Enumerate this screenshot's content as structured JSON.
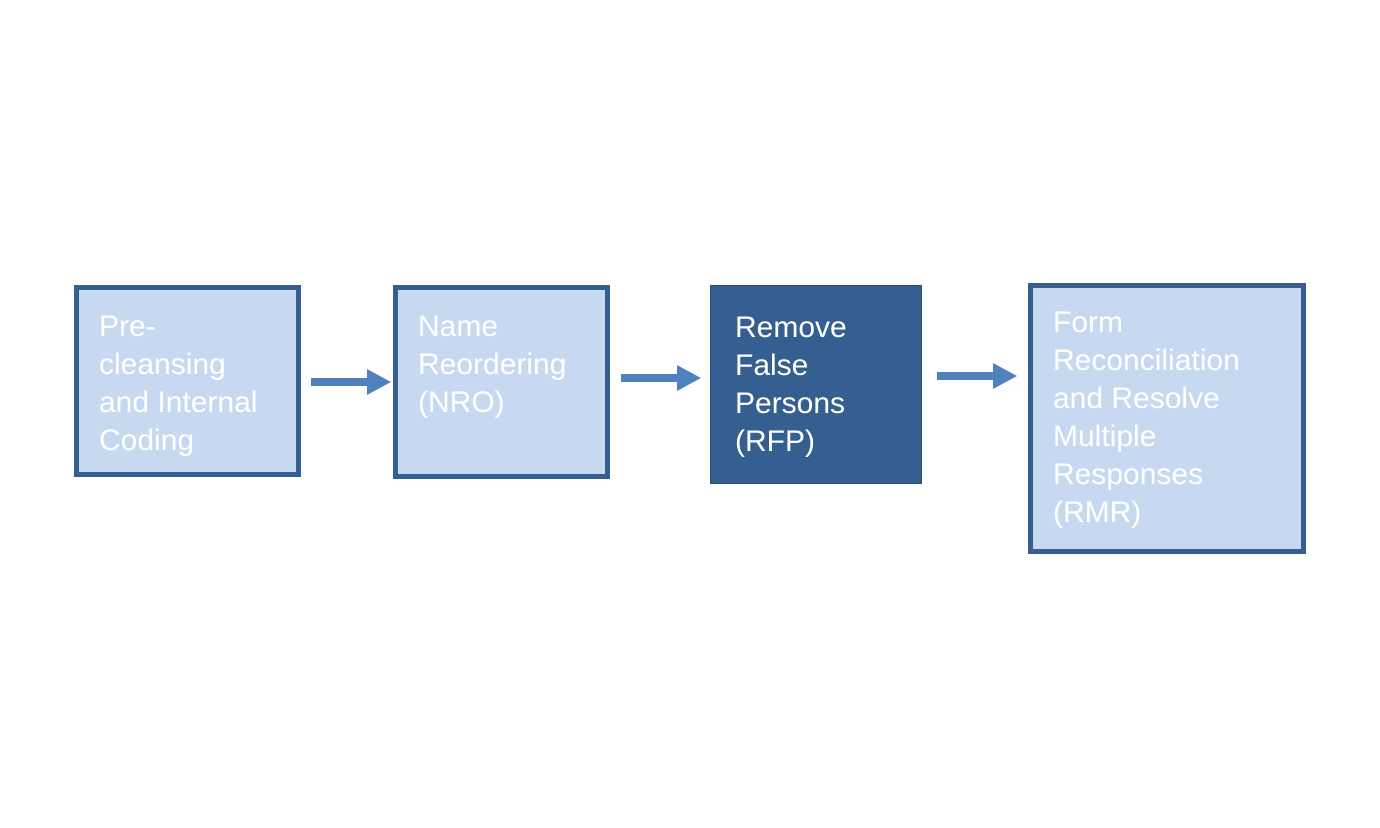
{
  "diagram": {
    "colors": {
      "light_fill": "#c6d9f1",
      "light_border": "#365f91",
      "dark_fill": "#355f91",
      "arrow": "#4f81bd",
      "text": "#ffffff"
    },
    "steps": [
      {
        "label": "Pre-\ncleansing\nand Internal\nCoding",
        "style": "light"
      },
      {
        "label": "Name\nReordering\n(NRO)",
        "style": "light"
      },
      {
        "label": "Remove\nFalse\nPersons\n(RFP)",
        "style": "dark"
      },
      {
        "label": "Form\nReconciliation\nand Resolve\nMultiple\nResponses\n(RMR)",
        "style": "light"
      }
    ],
    "connectors": [
      {
        "from": 1,
        "to": 2,
        "icon": "right-arrow-icon"
      },
      {
        "from": 2,
        "to": 3,
        "icon": "right-arrow-icon"
      },
      {
        "from": 3,
        "to": 4,
        "icon": "right-arrow-icon"
      }
    ]
  }
}
